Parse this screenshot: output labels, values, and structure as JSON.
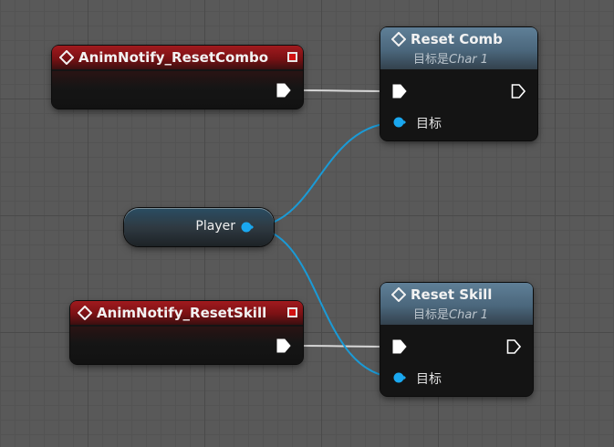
{
  "graph": {
    "nodes": {
      "event_reset_combo": {
        "title": "AnimNotify_ResetCombo",
        "header_color": "#a11a1e"
      },
      "event_reset_skill": {
        "title": "AnimNotify_ResetSkill",
        "header_color": "#a11a1e"
      },
      "func_reset_comb": {
        "title": "Reset Comb",
        "subtitle_prefix": "目标是",
        "subtitle_class": "Char 1",
        "target_label": "目标",
        "header_color": "#5f7f97"
      },
      "func_reset_skill": {
        "title": "Reset Skill",
        "subtitle_prefix": "目标是",
        "subtitle_class": "Char 1",
        "target_label": "目标",
        "header_color": "#5f7f97"
      },
      "player_getter": {
        "label": "Player",
        "pin_color": "#1aa8f0"
      }
    },
    "colors": {
      "exec_wire": "#d8d8d8",
      "object_wire": "#1a9ad6",
      "grid_background": "#595959"
    },
    "icons": {
      "event": "diamond-event-icon",
      "function": "diamond-function-icon",
      "exec_pin": "exec-arrow-pin-icon",
      "data_pin": "object-reference-pin-icon"
    }
  }
}
